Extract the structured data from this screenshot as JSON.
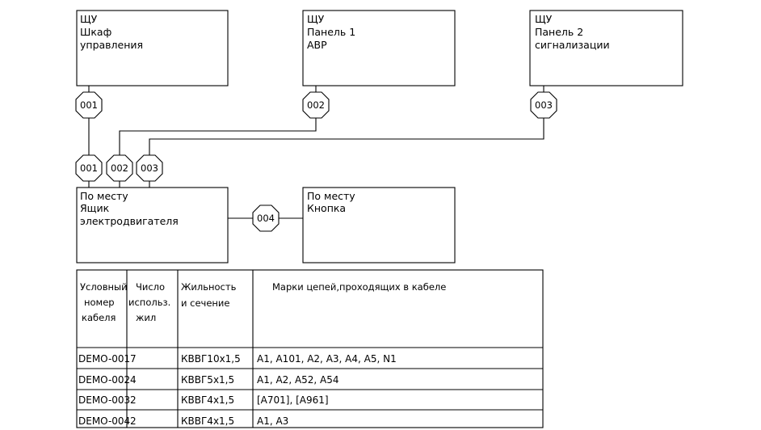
{
  "devices": [
    {
      "lines": [
        "ЩУ",
        "Шкаф",
        "управления"
      ]
    },
    {
      "lines": [
        "ЩУ",
        "Панель 1",
        "АВР"
      ]
    },
    {
      "lines": [
        "ЩУ",
        "Панель 2",
        "сигнализации"
      ]
    },
    {
      "lines": [
        "По месту",
        "Ящик",
        "электродвигателя"
      ]
    },
    {
      "lines": [
        "По месту",
        "Кнопка"
      ]
    }
  ],
  "cable_tags": {
    "top": [
      "001",
      "002",
      "003"
    ],
    "bottom": [
      "001",
      "002",
      "003"
    ],
    "side": "004"
  },
  "table": {
    "headers": [
      [
        "Условный",
        "номер",
        "кабеля"
      ],
      [
        "Число",
        "использ.",
        "жил"
      ],
      [
        "Жильность",
        "и сечение"
      ],
      [
        "Марки цепей,проходящих в кабеле"
      ]
    ],
    "rows": [
      [
        "DEMO-001",
        "7",
        "КВВГ10х1,5",
        "А1, А101, А2, А3, А4, А5, N1"
      ],
      [
        "DEMO-002",
        "4",
        "КВВГ5х1,5",
        "А1, А2, А52, А54"
      ],
      [
        "DEMO-003",
        "2",
        "КВВГ4х1,5",
        "[А701], [А961]"
      ],
      [
        "DEMO-004",
        "2",
        "КВВГ4х1,5",
        "А1, А3"
      ]
    ]
  }
}
